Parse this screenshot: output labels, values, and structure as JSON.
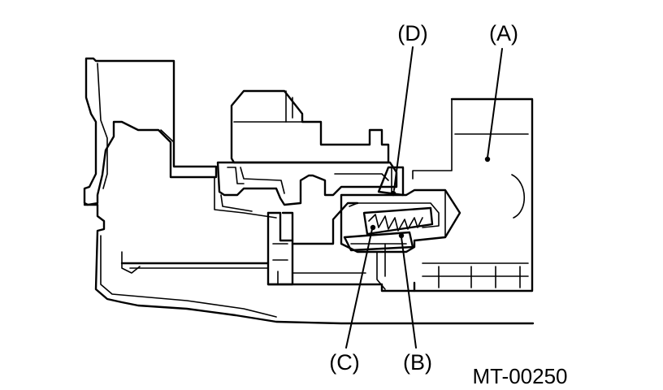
{
  "labels": {
    "a": "(A)",
    "b": "(B)",
    "c": "(C)",
    "d": "(D)"
  },
  "figure_code": "MT-00250",
  "colors": {
    "line": "#000000",
    "background": "#ffffff"
  }
}
